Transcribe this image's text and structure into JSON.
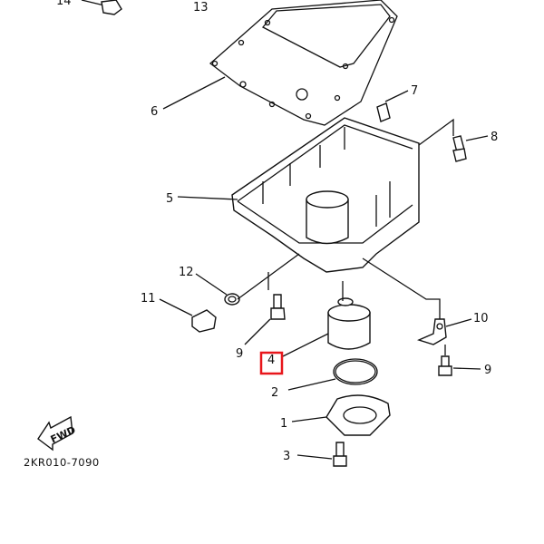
{
  "diagram": {
    "labels": {
      "p14": "14",
      "p13": "13",
      "p6": "6",
      "p7": "7",
      "p8": "8",
      "p5": "5",
      "p12": "12",
      "p11": "11",
      "p9a": "9",
      "p4": "4",
      "p2": "2",
      "p10": "10",
      "p9b": "9",
      "p1": "1",
      "p3": "3"
    },
    "fwd_label": "FWD",
    "diagram_code": "2KR010-7090",
    "highlight_color": "#e8161b",
    "highlighted_part": "4"
  }
}
